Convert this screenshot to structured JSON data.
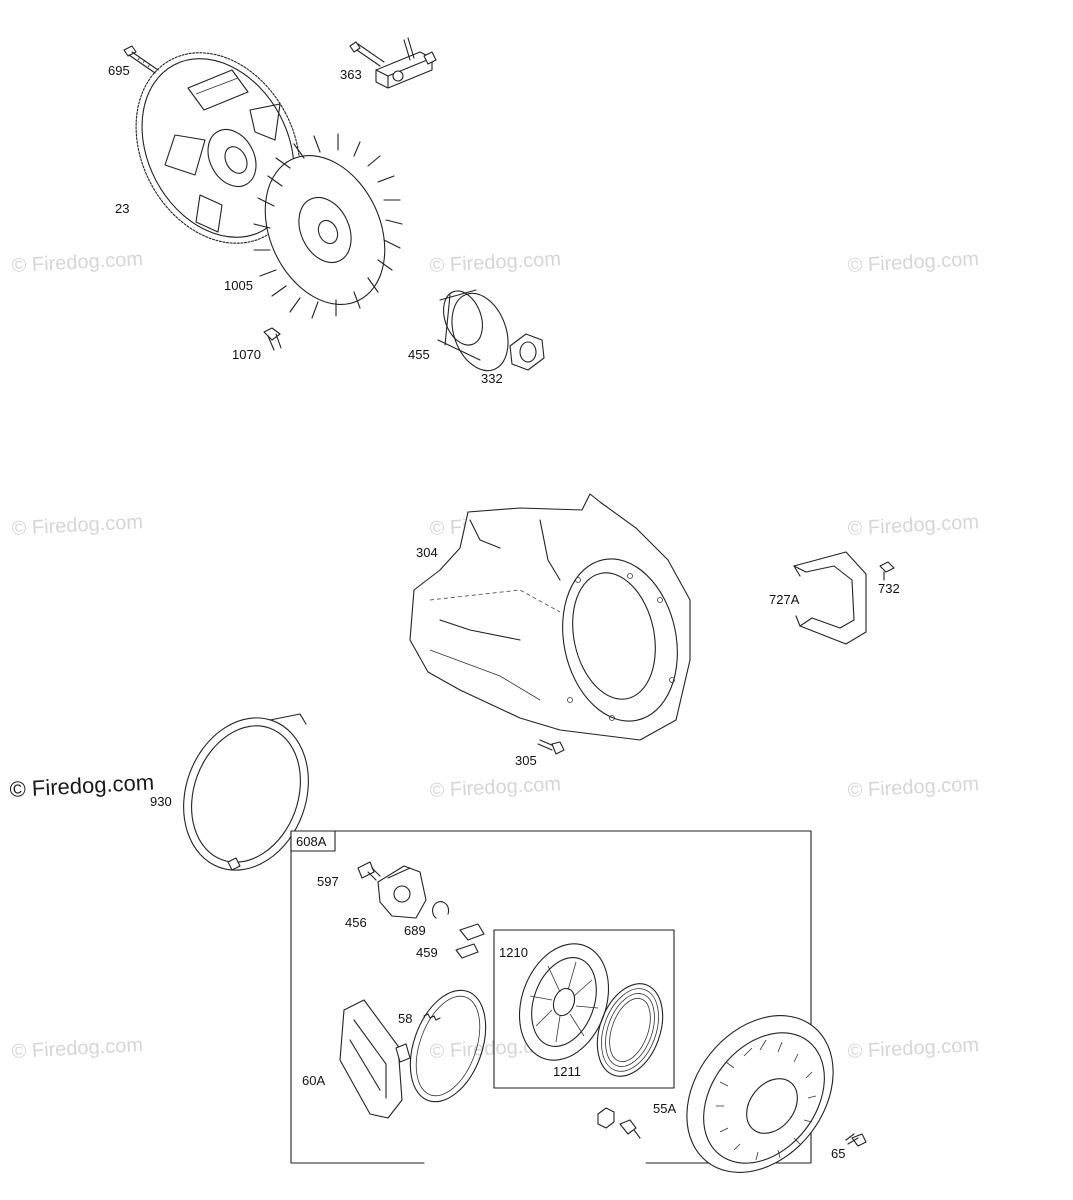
{
  "watermark": {
    "text": "© Firedog.com",
    "prominent_text": "© Firedog.com"
  },
  "callouts": {
    "p695": "695",
    "p363": "363",
    "p23": "23",
    "p1005": "1005",
    "p1070": "1070",
    "p455": "455",
    "p332": "332",
    "p304": "304",
    "p727a": "727A",
    "p732": "732",
    "p305": "305",
    "p930": "930",
    "p608a": "608A",
    "p597": "597",
    "p456": "456",
    "p689": "689",
    "p459": "459",
    "p1210": "1210",
    "p58": "58",
    "p60a": "60A",
    "p1211": "1211",
    "p55a": "55A",
    "p65": "65"
  }
}
